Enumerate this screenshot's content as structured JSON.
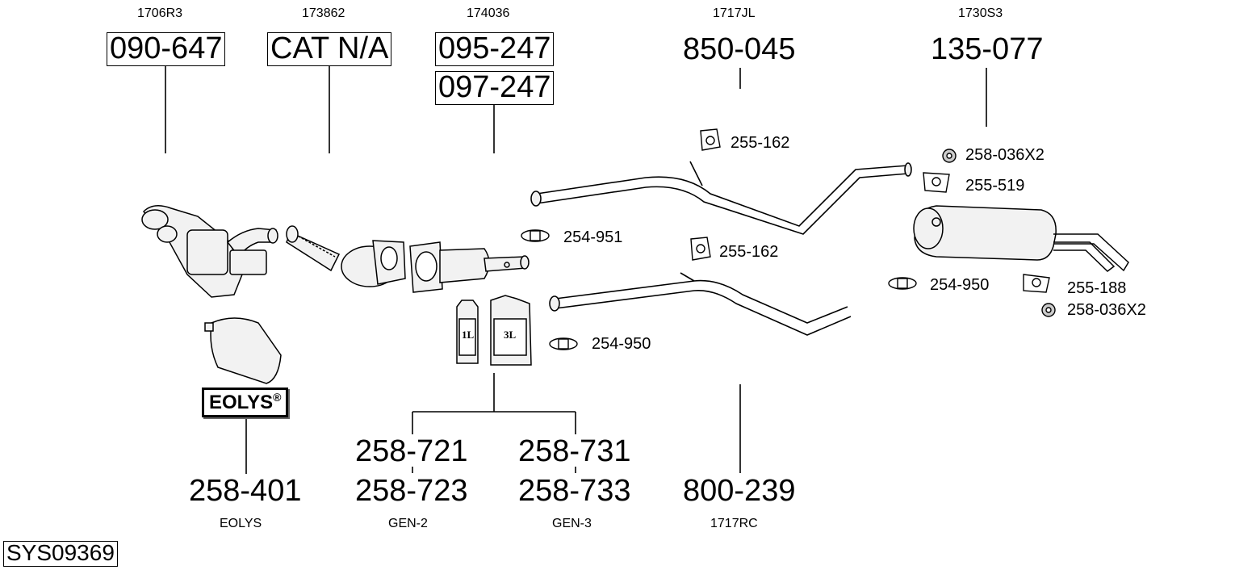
{
  "diagram_id": "SYS09369",
  "eolys_logo": "EOLYS",
  "eolys_mark": "®",
  "columns": [
    {
      "code": "1706R3",
      "part": "090-647"
    },
    {
      "code": "173862",
      "part": "CAT N/A"
    },
    {
      "code": "174036",
      "part": "095-247",
      "part2": "097-247"
    },
    {
      "code": "1717JL",
      "part": "850-045"
    },
    {
      "code": "1730S3",
      "part": "135-077"
    }
  ],
  "bottom": [
    {
      "part": "258-401",
      "label": "EOLYS"
    },
    {
      "part": "258-721",
      "part2": "258-723",
      "label": "GEN-2"
    },
    {
      "part": "258-731",
      "part2": "258-733",
      "label": "GEN-3"
    },
    {
      "part": "800-239",
      "label": "1717RC"
    }
  ],
  "callouts": [
    {
      "id": "255-162"
    },
    {
      "id": "254-951"
    },
    {
      "id": "255-162"
    },
    {
      "id": "254-950"
    },
    {
      "id": "258-036X2"
    },
    {
      "id": "255-519"
    },
    {
      "id": "254-950"
    },
    {
      "id": "255-188"
    },
    {
      "id": "258-036X2"
    }
  ],
  "fluid_bottles": [
    "1L",
    "3L"
  ]
}
